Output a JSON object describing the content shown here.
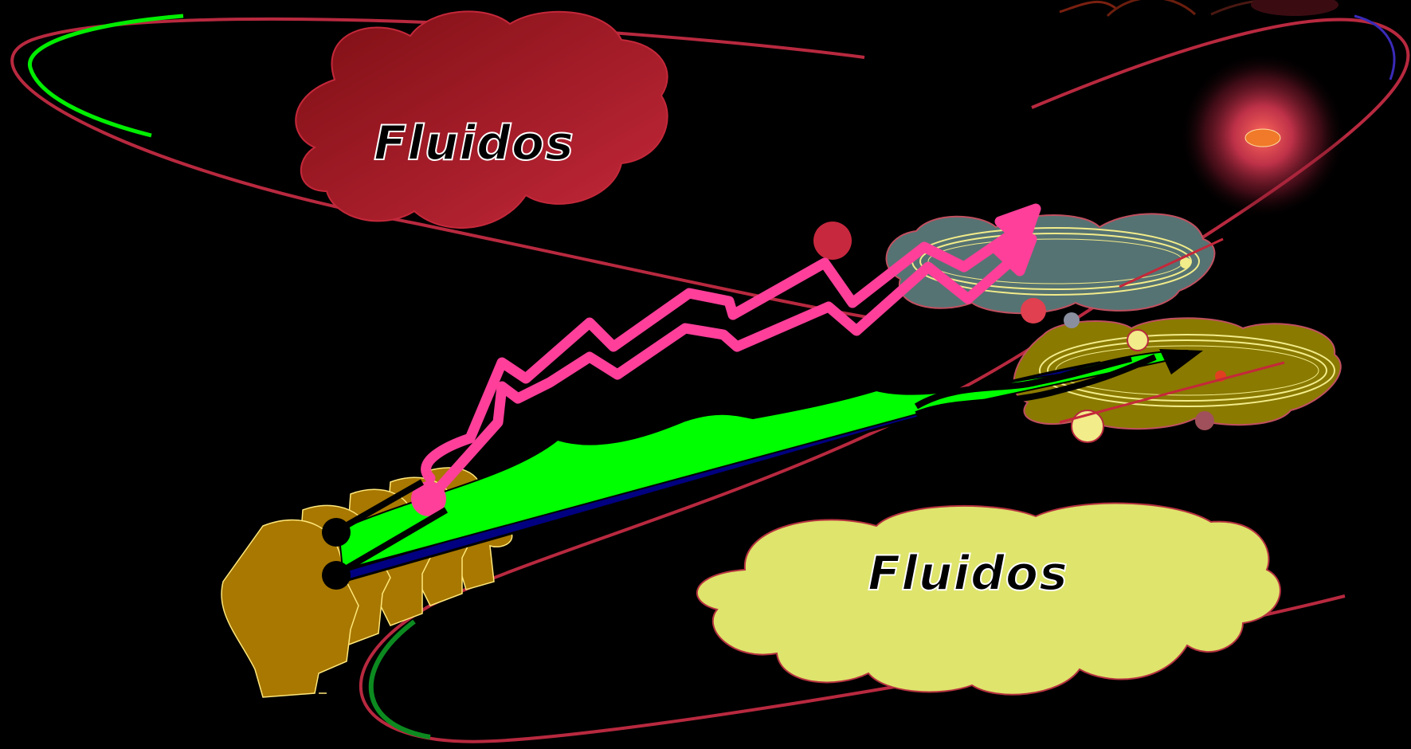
{
  "scene": {
    "background": "#000000",
    "top_cloud": {
      "label": "Fluidos",
      "fill": "#a8171f",
      "outline": "#c4283a",
      "label_color": "#000000",
      "label_outline": "#ffffff"
    },
    "bottom_cloud": {
      "label": "Fluidos",
      "fill": "#dfe46c",
      "outline": "#b5323f",
      "label_color": "#000000",
      "label_outline": "#ffffff"
    },
    "colors": {
      "orbit": "#b8293f",
      "orbit_accent_green": "#00ee00",
      "pink_arrow": "#ff3f9a",
      "green_band": "#00ff00",
      "navy_band": "#000080",
      "heads": "#a87800",
      "heads_outline": "#ffe77a",
      "teal_cloud": "#567373",
      "olive_cloud": "#8a7a00",
      "pale_yellow": "#f2ec8a",
      "glow": "#ff3050"
    },
    "icons": [
      "orbit-path",
      "cloud",
      "zigzag-arrow",
      "silhouette-heads",
      "glowing-orb",
      "planet-dot"
    ]
  }
}
